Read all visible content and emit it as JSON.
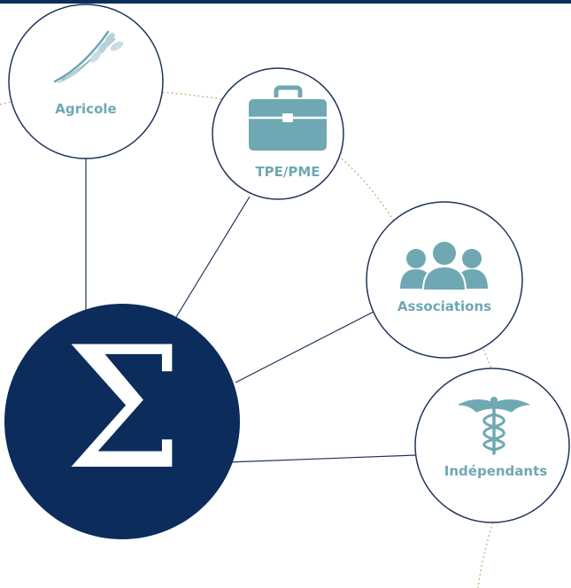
{
  "colors": {
    "navy": "#0c2d5b",
    "teal": "#6fa8b3",
    "dotted_arc": "#cbb888",
    "circle_stroke": "#1f3358",
    "white": "#ffffff"
  },
  "center": {
    "symbol": "Σ"
  },
  "nodes": [
    {
      "label": "Agricole",
      "icon": "wheat-icon"
    },
    {
      "label": "TPE/PME",
      "icon": "briefcase-icon"
    },
    {
      "label": "Associations",
      "icon": "people-group-icon"
    },
    {
      "label": "Indépendants",
      "icon": "caduceus-icon"
    }
  ]
}
